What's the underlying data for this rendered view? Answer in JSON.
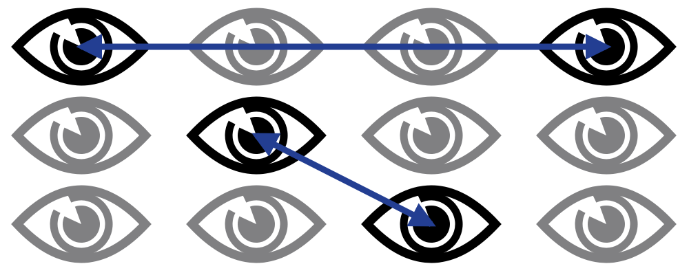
{
  "colors": {
    "active": "#000000",
    "inactive": "#808082",
    "arrow": "#233e92",
    "background": "#ffffff"
  },
  "grid": {
    "rows": 3,
    "cols": 4,
    "eyes": [
      [
        "active",
        "inactive",
        "inactive",
        "active"
      ],
      [
        "inactive",
        "active",
        "inactive",
        "inactive"
      ],
      [
        "inactive",
        "inactive",
        "active",
        "inactive"
      ]
    ]
  },
  "arrows": [
    {
      "from": [
        0,
        0
      ],
      "to": [
        0,
        3
      ],
      "heads": "both"
    },
    {
      "from": [
        1,
        1
      ],
      "to": [
        2,
        2
      ],
      "heads": "both"
    }
  ]
}
